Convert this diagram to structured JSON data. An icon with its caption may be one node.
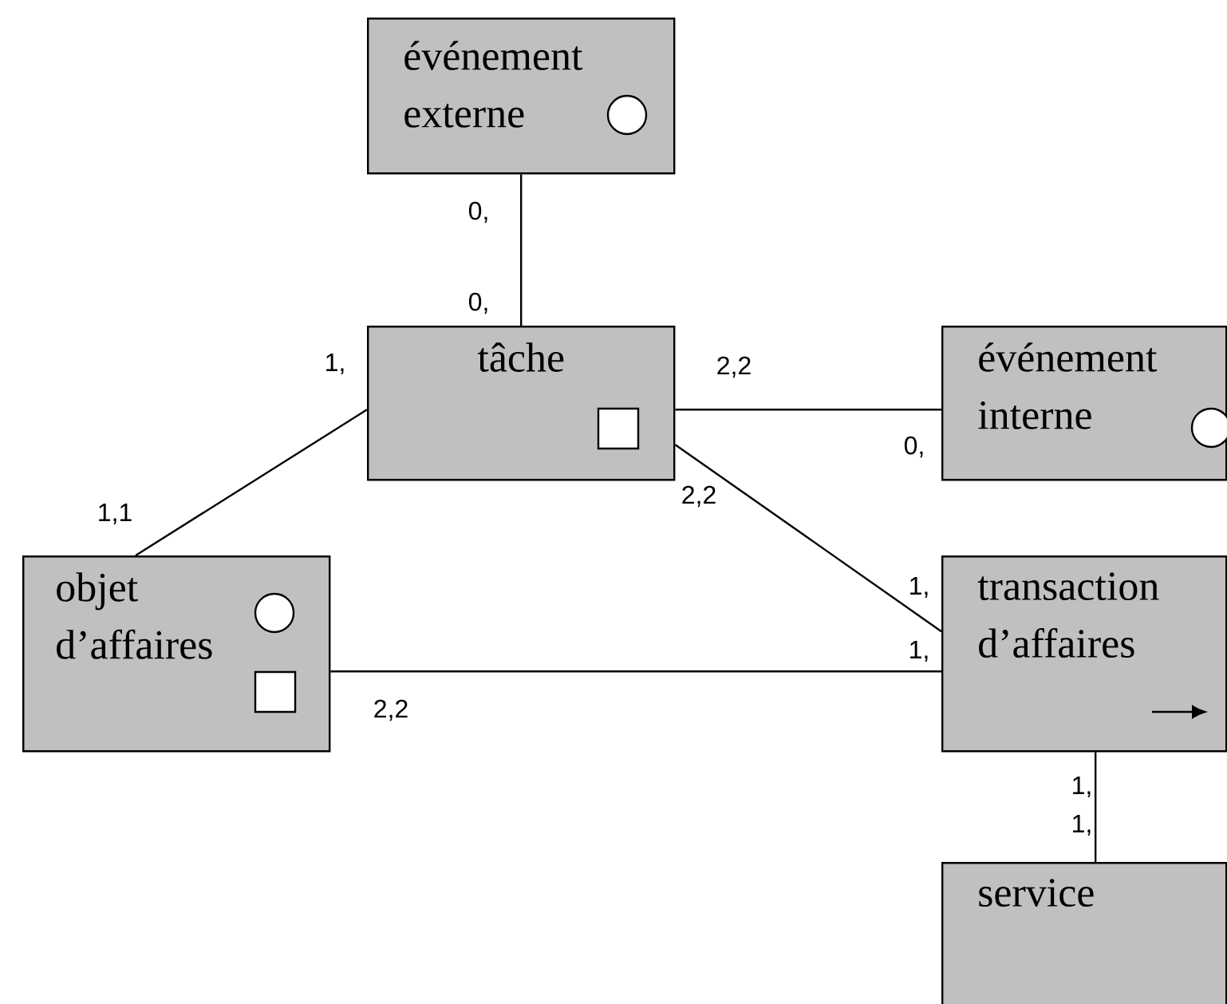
{
  "diagram": {
    "nodes": [
      {
        "text": [
          "événement externe"
        ]
      },
      {
        "text": [
          "tâche"
        ]
      },
      {
        "text": [
          "événement interne"
        ]
      },
      {
        "text": [
          "objet d’affaires"
        ]
      },
      {
        "text": [
          "transaction d’affaires"
        ]
      },
      {
        "text": [
          "service"
        ]
      }
    ],
    "edges": [
      {
        "from": 0,
        "to": 1,
        "arrow": "none"
      },
      {
        "from": 1,
        "to": 2,
        "arrow": "none"
      },
      {
        "from": 1,
        "to": 3,
        "arrow": "none"
      },
      {
        "from": 1,
        "to": 4,
        "arrow": "none"
      },
      {
        "from": 3,
        "to": 4,
        "arrow": "none"
      },
      {
        "from": 4,
        "to": 5,
        "arrow": "none"
      }
    ],
    "labels": [
      "0,",
      "0,",
      "1,",
      "2,2",
      "0,",
      "2,2",
      "1,1",
      "1,",
      "1,",
      "2,2",
      "1,",
      "1,"
    ]
  }
}
